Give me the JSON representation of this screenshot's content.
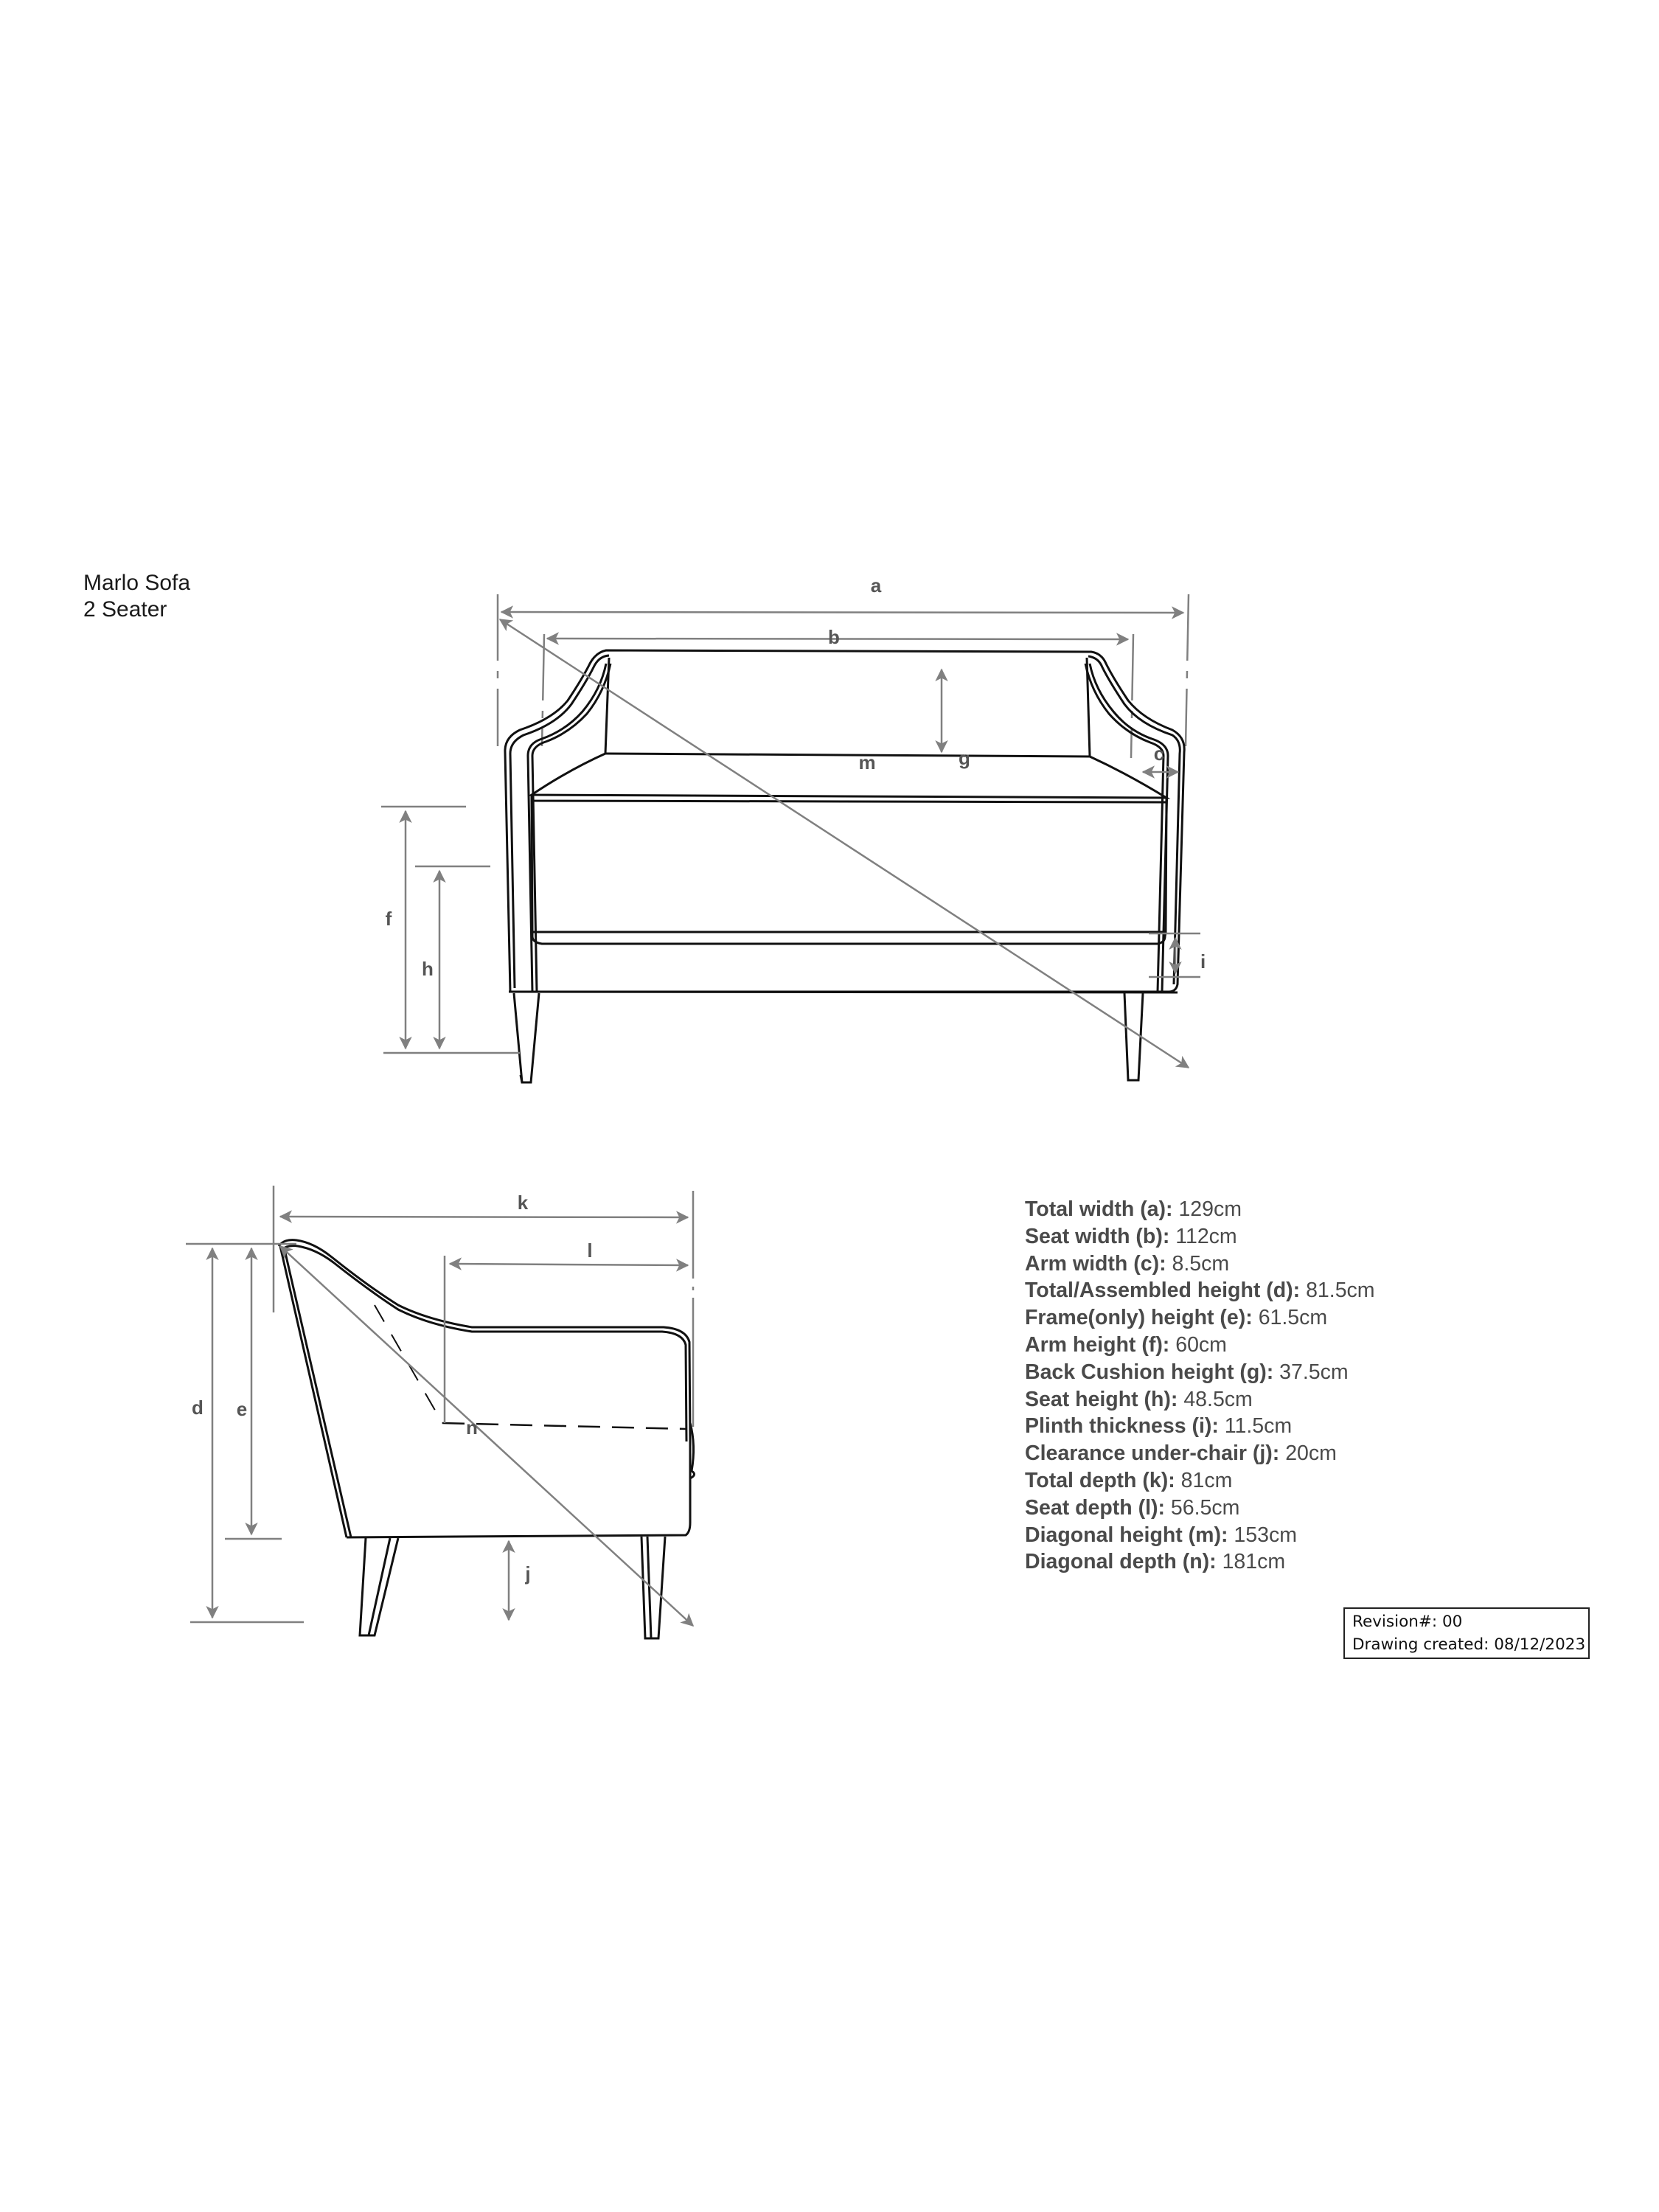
{
  "title": {
    "product_name": "Marlo Sofa",
    "variant": "2 Seater"
  },
  "dimension_labels": {
    "a": "a",
    "b": "b",
    "c": "c",
    "d": "d",
    "e": "e",
    "f": "f",
    "g": "g",
    "h": "h",
    "i": "i",
    "j": "j",
    "k": "k",
    "l": "l",
    "m": "m",
    "n": "n"
  },
  "views": {
    "front": "front-view",
    "side": "side-view"
  },
  "specs": [
    {
      "key": "Total width (a):",
      "value": "129cm"
    },
    {
      "key": "Seat width (b):",
      "value": "112cm"
    },
    {
      "key": "Arm width (c):",
      "value": "8.5cm"
    },
    {
      "key": "Total/Assembled height (d):",
      "value": "81.5cm"
    },
    {
      "key": "Frame(only) height (e):",
      "value": "61.5cm"
    },
    {
      "key": "Arm height (f):",
      "value": "60cm"
    },
    {
      "key": "Back Cushion height (g):",
      "value": "37.5cm"
    },
    {
      "key": "Seat height (h):",
      "value": "48.5cm"
    },
    {
      "key": "Plinth thickness (i):",
      "value": "11.5cm"
    },
    {
      "key": "Clearance under-chair (j):",
      "value": "20cm"
    },
    {
      "key": "Total depth (k):",
      "value": "81cm"
    },
    {
      "key": "Seat depth (l):",
      "value": "56.5cm"
    },
    {
      "key": "Diagonal height (m):",
      "value": "153cm"
    },
    {
      "key": "Diagonal depth (n):",
      "value": "181cm"
    }
  ],
  "revision": {
    "revision_line": "Revision#: 00",
    "created_line": "Drawing created: 08/12/2023"
  },
  "colors": {
    "line": "#1a1a1a",
    "dimension": "#808080",
    "text": "#4a4a4a"
  }
}
